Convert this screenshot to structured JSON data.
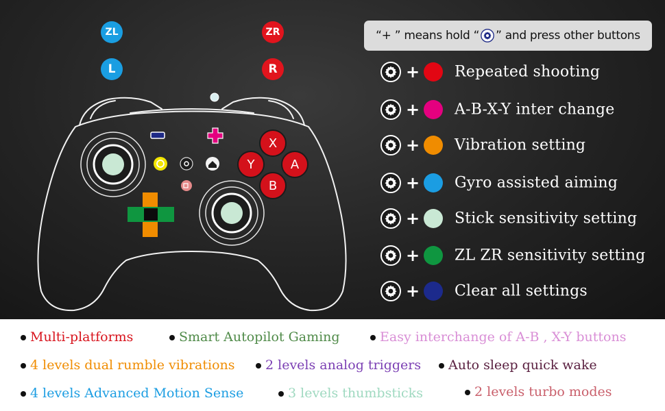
{
  "shoulder_buttons": [
    {
      "label": "ZL",
      "color": "#1a9ee2"
    },
    {
      "label": "L",
      "color": "#1a9ee2"
    },
    {
      "label": "ZR",
      "color": "#e1141d"
    },
    {
      "label": "R",
      "color": "#e1141d"
    }
  ],
  "face_buttons": [
    "X",
    "A",
    "Y",
    "B"
  ],
  "note": {
    "prefix": "“+ ” means hold “",
    "suffix": "” and press other buttons"
  },
  "legend": [
    {
      "label": "Repeated shooting",
      "color": "#e20613"
    },
    {
      "label": "A-B-X-Y inter change",
      "color": "#e4007f"
    },
    {
      "label": "Vibration setting",
      "color": "#f08c00"
    },
    {
      "label": "Gyro assisted aiming",
      "color": "#1b9de2"
    },
    {
      "label": "Stick sensitivity setting",
      "color": "#c9e8d4"
    },
    {
      "label": "ZL ZR sensitivity setting",
      "color": "#0f9640"
    },
    {
      "label": "Clear all settings",
      "color": "#1c2a8c"
    }
  ],
  "legend_plus": "+",
  "features": [
    {
      "label": "Multi-platforms",
      "color": "#d8141d"
    },
    {
      "label": "Smart Autopilot Gaming",
      "color": "#4f8a48"
    },
    {
      "label": "Easy interchange of A-B , X-Y buttons",
      "color": "#d98ed6"
    },
    {
      "label": "4 levels dual rumble vibrations",
      "color": "#f08c00"
    },
    {
      "label": "2 levels analog triggers",
      "color": "#7b3fb3"
    },
    {
      "label": "Auto sleep quick wake",
      "color": "#5a2040"
    },
    {
      "label": "4 levels Advanced Motion Sense",
      "color": "#1b9de2"
    },
    {
      "label": "3 levels thumbsticks",
      "color": "#9fd9c0"
    },
    {
      "label": "2 levels turbo modes",
      "color": "#c95f6b"
    }
  ]
}
